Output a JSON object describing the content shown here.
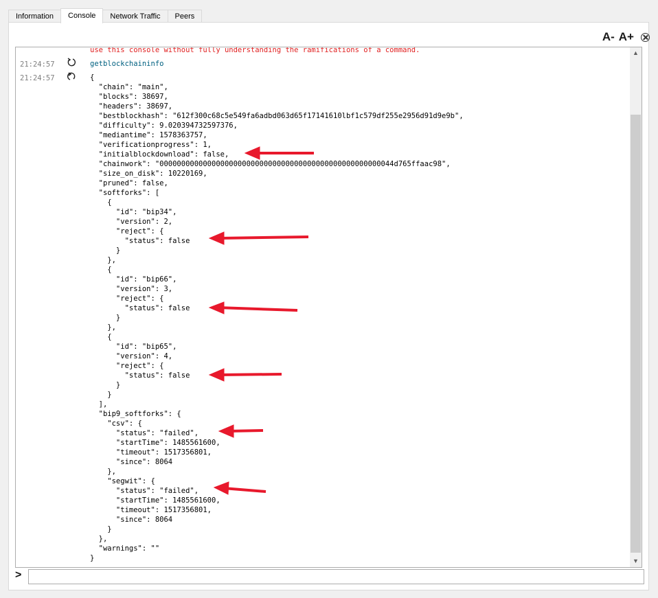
{
  "tabs": [
    "Information",
    "Console",
    "Network Traffic",
    "Peers"
  ],
  "font_controls": {
    "decrease": "A-",
    "increase": "A+"
  },
  "console": {
    "warning": "use this console without fully understanding the ramifications of a command.",
    "entries": [
      {
        "time": "21:24:57",
        "text": "getblockchaininfo"
      },
      {
        "time": "21:24:57"
      }
    ],
    "output": "{\n  \"chain\": \"main\",\n  \"blocks\": 38697,\n  \"headers\": 38697,\n  \"bestblockhash\": \"612f300c68c5e549fa6adbd063d65f17141610lbf1c579df255e2956d91d9e9b\",\n  \"difficulty\": 9.020394732597376,\n  \"mediantime\": 1578363757,\n  \"verificationprogress\": 1,\n  \"initialblockdownload\": false,\n  \"chainwork\": \"000000000000000000000000000000000000000000000000000044d765ffaac98\",\n  \"size_on_disk\": 10220169,\n  \"pruned\": false,\n  \"softforks\": [\n    {\n      \"id\": \"bip34\",\n      \"version\": 2,\n      \"reject\": {\n        \"status\": false\n      }\n    },\n    {\n      \"id\": \"bip66\",\n      \"version\": 3,\n      \"reject\": {\n        \"status\": false\n      }\n    },\n    {\n      \"id\": \"bip65\",\n      \"version\": 4,\n      \"reject\": {\n        \"status\": false\n      }\n    }\n  ],\n  \"bip9_softforks\": {\n    \"csv\": {\n      \"status\": \"failed\",\n      \"startTime\": 1485561600,\n      \"timeout\": 1517356801,\n      \"since\": 8064\n    },\n    \"segwit\": {\n      \"status\": \"failed\",\n      \"startTime\": 1485561600,\n      \"timeout\": 1517356801,\n      \"since\": 8064\n    }\n  },\n  \"warnings\": \"\"\n}",
    "input_value": "",
    "prompt_symbol": ">"
  },
  "annotation_color": "#e8192c"
}
